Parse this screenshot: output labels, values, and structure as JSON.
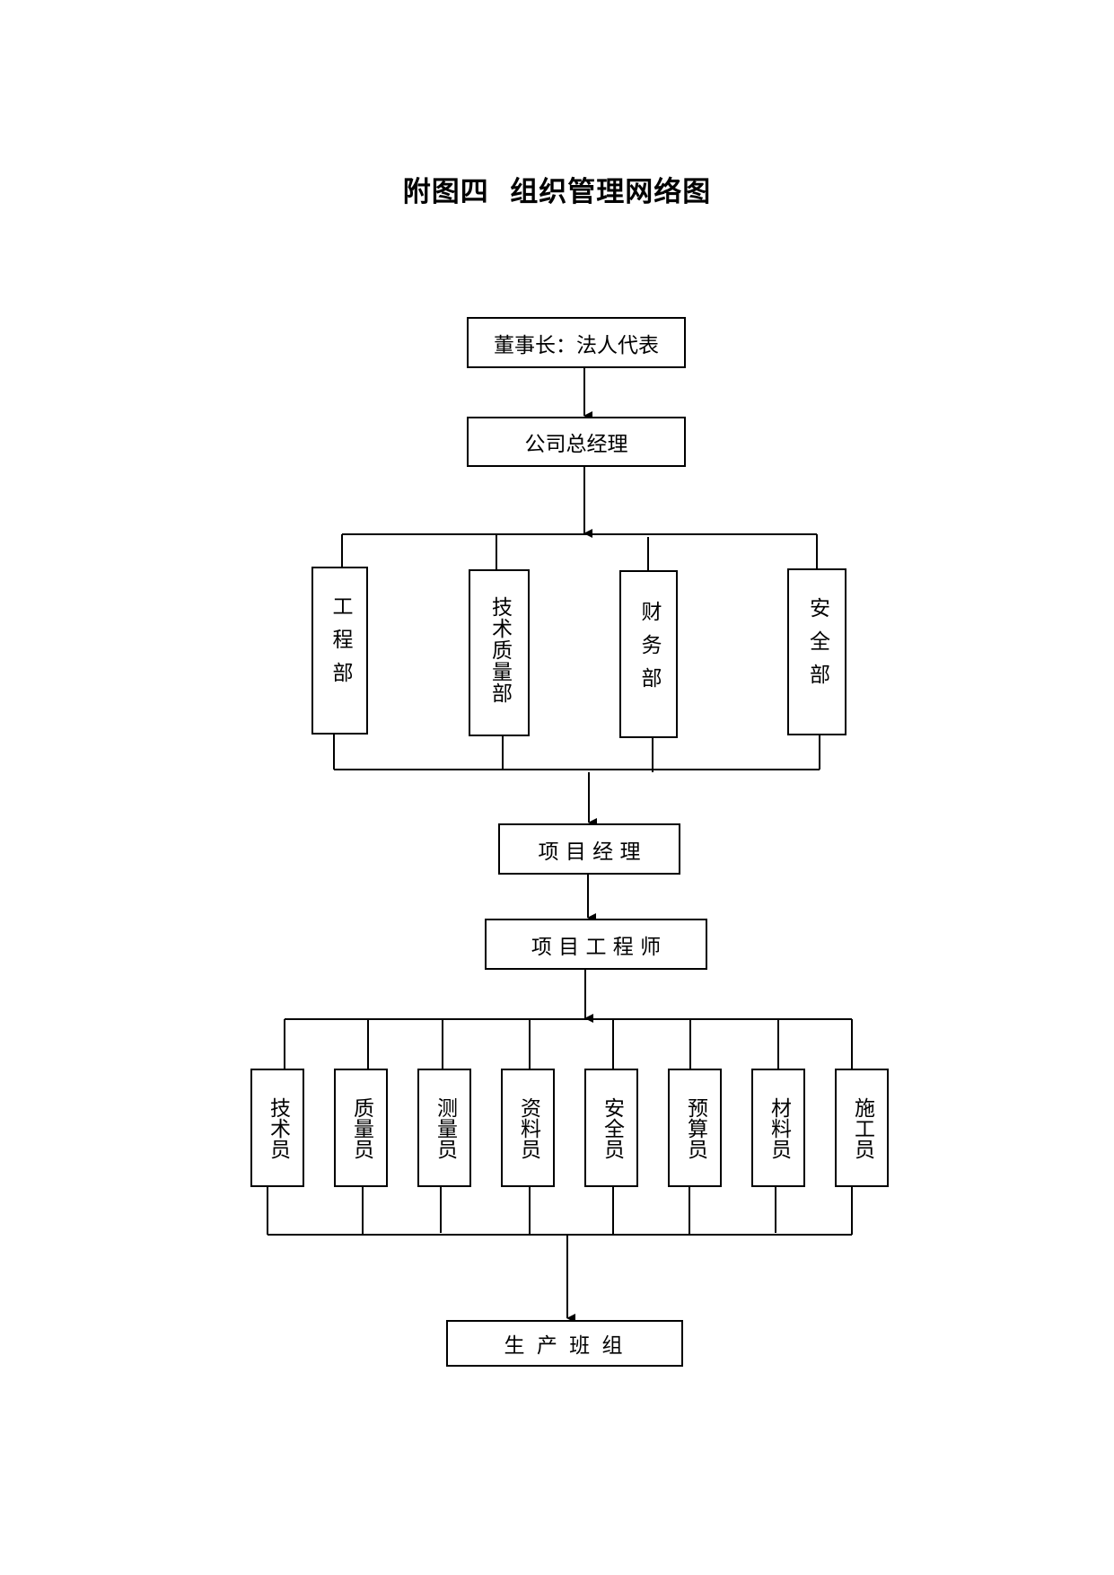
{
  "title": "附图四  组织管理网络图",
  "nodes": {
    "chairman": "董事长：法人代表",
    "general_manager": "公司总经理",
    "departments": [
      {
        "key": "engineering",
        "label": "工程部"
      },
      {
        "key": "tech_quality",
        "label": "技术质量部"
      },
      {
        "key": "finance",
        "label": "财务部"
      },
      {
        "key": "safety",
        "label": "安全部"
      }
    ],
    "project_manager": "项 目 经 理",
    "project_engineer": "项 目 工 程 师",
    "staff": [
      {
        "key": "technician",
        "label": "技术员"
      },
      {
        "key": "quality_inspector",
        "label": "质量员"
      },
      {
        "key": "surveyor",
        "label": "测量员"
      },
      {
        "key": "document_clerk",
        "label": "资料员"
      },
      {
        "key": "safety_officer",
        "label": "安全员"
      },
      {
        "key": "estimator",
        "label": "预算员"
      },
      {
        "key": "material_clerk",
        "label": "材料员"
      },
      {
        "key": "construction_worker",
        "label": "施工员"
      }
    ],
    "production_team": "生 产 班 组"
  }
}
